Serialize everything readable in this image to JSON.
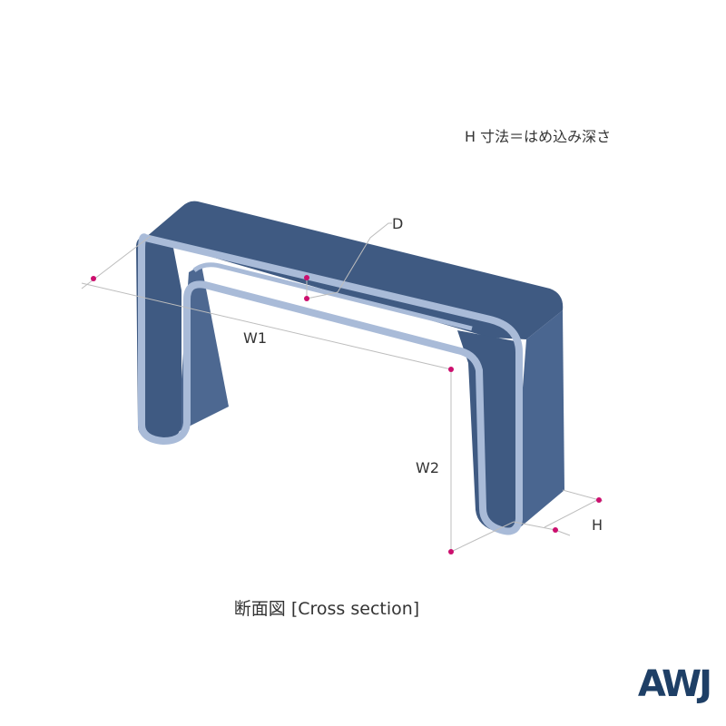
{
  "note": "H 寸法＝はめ込み深さ",
  "caption": "断面図 [Cross section]",
  "labels": {
    "D": "D",
    "W1": "W1",
    "W2": "W2",
    "H": "H"
  },
  "logo": "AWJ",
  "colors": {
    "body_dark": "#3f5a82",
    "body_mid": "#4d6891",
    "edge_light": "#a9bbd8",
    "dimension_line": "#bdbdbd",
    "marker": "#cc0f6e",
    "text": "#333333",
    "logo": "#1e3f66"
  }
}
